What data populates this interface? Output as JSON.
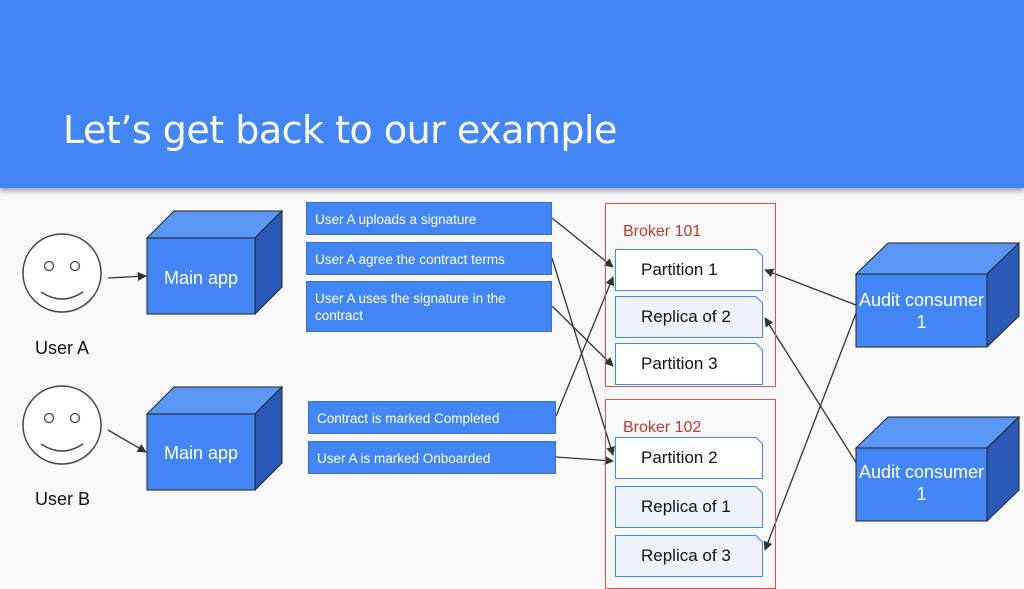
{
  "slide": {
    "title": "Let’s get back to our example"
  },
  "users": [
    {
      "label": "User A"
    },
    {
      "label": "User B"
    }
  ],
  "apps": [
    {
      "label": "Main app"
    },
    {
      "label": "Main app"
    }
  ],
  "messages": [
    "User A uploads a signature",
    "User A agree the contract terms",
    "User A uses the signature in  the contract",
    "Contract is marked Completed",
    "User A is marked Onboarded"
  ],
  "brokers": [
    {
      "title": "Broker 101",
      "partitions": [
        "Partition 1",
        "Replica of 2",
        "Partition 3"
      ]
    },
    {
      "title": "Broker 102",
      "partitions": [
        "Partition 2",
        "Replica of 1",
        "Replica of 3"
      ]
    }
  ],
  "consumers": [
    {
      "label": "Audit consumer 1"
    },
    {
      "label": "Audit consumer 1"
    }
  ],
  "colors": {
    "header": "#4285f4",
    "box": "#4285f4",
    "broker_border": "#d9534f",
    "broker_title": "#c0392b"
  }
}
